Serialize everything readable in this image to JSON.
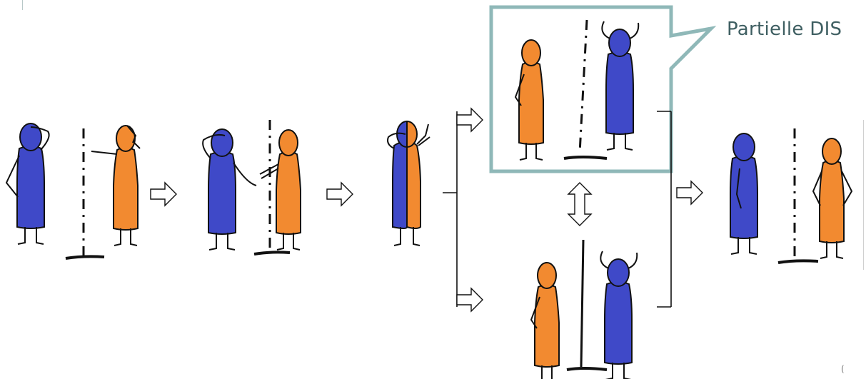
{
  "callout": {
    "label": "Partielle DIS",
    "border_color": "#8fb8b8"
  },
  "corner_mark": "(",
  "colors": {
    "blue": "#3f49c8",
    "orange": "#f28a30",
    "ink": "#111111"
  },
  "arrows": [
    "hollow-right-arrow",
    "hollow-right-arrow",
    "hollow-right-arrow",
    "hollow-right-arrow",
    "hollow-right-arrow",
    "hollow-up-down-arrow"
  ]
}
